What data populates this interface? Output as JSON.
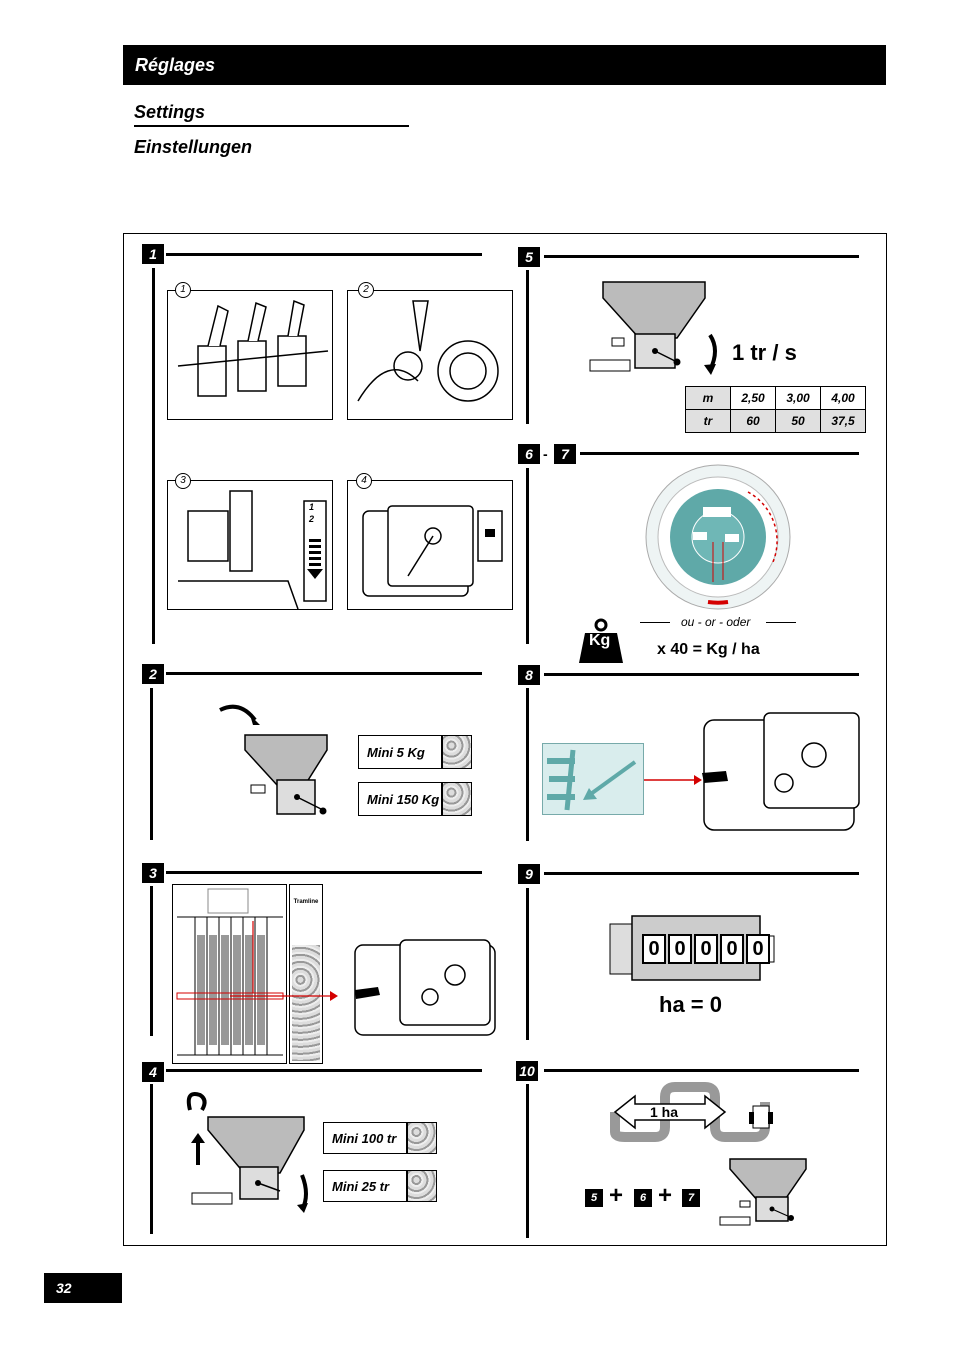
{
  "header": {
    "title": "Réglages",
    "subtitle_en": "Settings",
    "subtitle_de": "Einstellungen"
  },
  "steps": {
    "s1": "1",
    "s2": "2",
    "s3": "3",
    "s4": "4",
    "s5": "5",
    "s6": "6",
    "s7": "7",
    "s8": "8",
    "s9": "9",
    "s10": "10",
    "sep67": "-"
  },
  "step1": {
    "sub1": "1",
    "sub2": "2",
    "sub3": "3",
    "sub4": "4",
    "scale_1": "1",
    "scale_2": "2"
  },
  "step2": {
    "mini_5kg": "Mini 5 Kg",
    "mini_150kg": "Mini 150 Kg"
  },
  "step3": {
    "tramline": "Tramline"
  },
  "step4": {
    "mini_100tr": "Mini 100 tr",
    "mini_25tr": "Mini 25 tr"
  },
  "step5": {
    "speed": "1 tr / s",
    "table": {
      "rows": [
        [
          "m",
          "2,50",
          "3,00",
          "4,00"
        ],
        [
          "tr",
          "60",
          "50",
          "37,5"
        ]
      ]
    }
  },
  "step67": {
    "or_text": "ou - or - oder",
    "kg_label": "Kg",
    "formula": "x 40  =  Kg / ha"
  },
  "step9": {
    "digits": [
      "0",
      "0",
      "0",
      "0",
      "0"
    ],
    "ha_zero": "ha = 0"
  },
  "step10": {
    "one_ha": "1 ha",
    "seq": [
      "5",
      "6",
      "7"
    ],
    "plus": "+"
  },
  "footer": {
    "page_number": "32"
  },
  "colors": {
    "accent_red": "#d40000",
    "teal": "#5fa9a8",
    "black": "#000000"
  }
}
